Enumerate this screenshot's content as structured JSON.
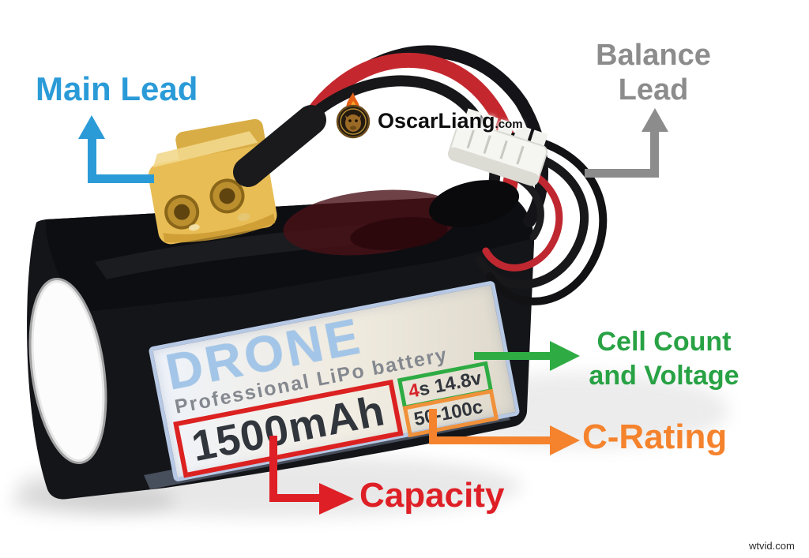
{
  "annotations": {
    "main_lead": {
      "label": "Main Lead",
      "color": "#2b9bd8"
    },
    "balance_lead": {
      "line1": "Balance",
      "line2": "Lead",
      "color": "#8c8c8c"
    },
    "cell_count": {
      "line1": "Cell Count",
      "line2": "and Voltage",
      "color": "#28a244"
    },
    "c_rating": {
      "label": "C-Rating",
      "color": "#f5832d"
    },
    "capacity": {
      "label": "Capacity",
      "color": "#de1f26"
    }
  },
  "battery_label": {
    "brand": "DRONE",
    "subtitle": "Professional LiPo battery",
    "capacity": "1500mAh",
    "cell_count": "4",
    "cell_voltage": "s 14.8v",
    "c_rating": "50-100c",
    "highlight_colors": {
      "capacity_box": "#dc2121",
      "cell_box": "#2eac43",
      "c_rating_box": "#f0913a"
    }
  },
  "watermarks": {
    "site_logo_text": "OscarLiang",
    "site_logo_suffix": ".com",
    "footer": "wtvid.com"
  }
}
